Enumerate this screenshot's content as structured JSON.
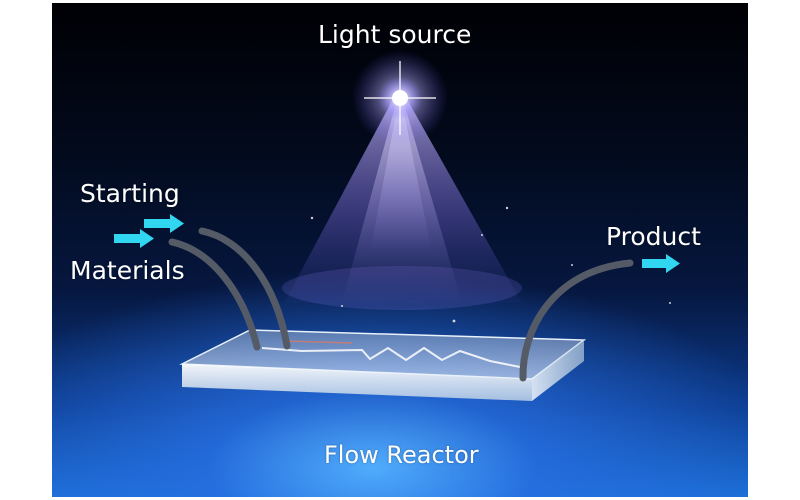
{
  "labels": {
    "light_source": "Light source",
    "starting": "Starting",
    "materials": "Materials",
    "product": "Product",
    "flow_reactor": "Flow Reactor"
  },
  "colors": {
    "arrow": "#31d6f0",
    "tube": "#555b66",
    "light": "#9a86ff"
  }
}
